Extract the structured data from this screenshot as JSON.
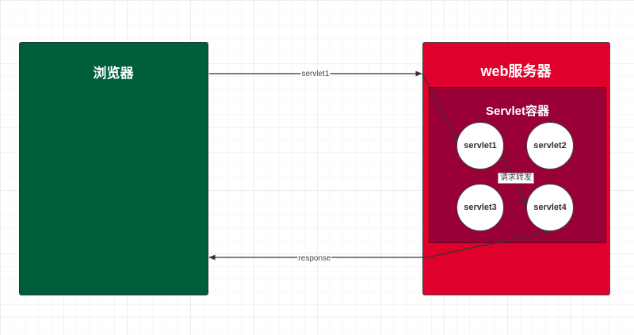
{
  "browser": {
    "title": "浏览器"
  },
  "server": {
    "title": "web服务器"
  },
  "container": {
    "title": "Servlet容器"
  },
  "servlets": [
    "servlet1",
    "servlet2",
    "servlet3",
    "servlet4"
  ],
  "edges": {
    "request_label": "servlet1",
    "response_label": "response",
    "forward_label": "请求转发"
  },
  "colors": {
    "browser_fill": "#005e3b",
    "server_fill": "#e0002c",
    "container_fill": "#9a0038",
    "node_fill": "#ffffff",
    "line": "#333333"
  }
}
